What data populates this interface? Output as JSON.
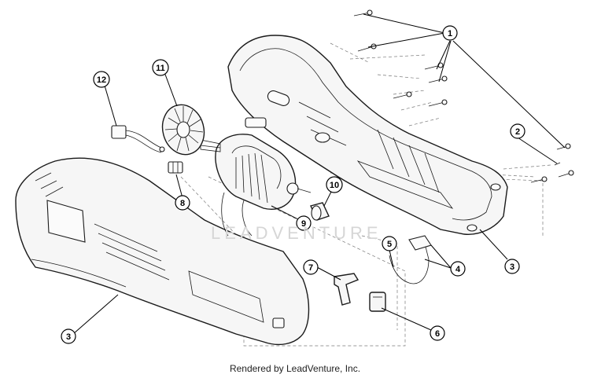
{
  "diagram": {
    "watermark": "LEADVENTURE",
    "footer": "Rendered by LeadVenture, Inc.",
    "callouts": [
      {
        "id": "c1",
        "label": "1"
      },
      {
        "id": "c2",
        "label": "2"
      },
      {
        "id": "c3a",
        "label": "3"
      },
      {
        "id": "c3b",
        "label": "3"
      },
      {
        "id": "c4",
        "label": "4"
      },
      {
        "id": "c5",
        "label": "5"
      },
      {
        "id": "c6",
        "label": "6"
      },
      {
        "id": "c7",
        "label": "7"
      },
      {
        "id": "c8",
        "label": "8"
      },
      {
        "id": "c9",
        "label": "9"
      },
      {
        "id": "c10",
        "label": "10"
      },
      {
        "id": "c11",
        "label": "11"
      },
      {
        "id": "c12",
        "label": "12"
      }
    ]
  }
}
